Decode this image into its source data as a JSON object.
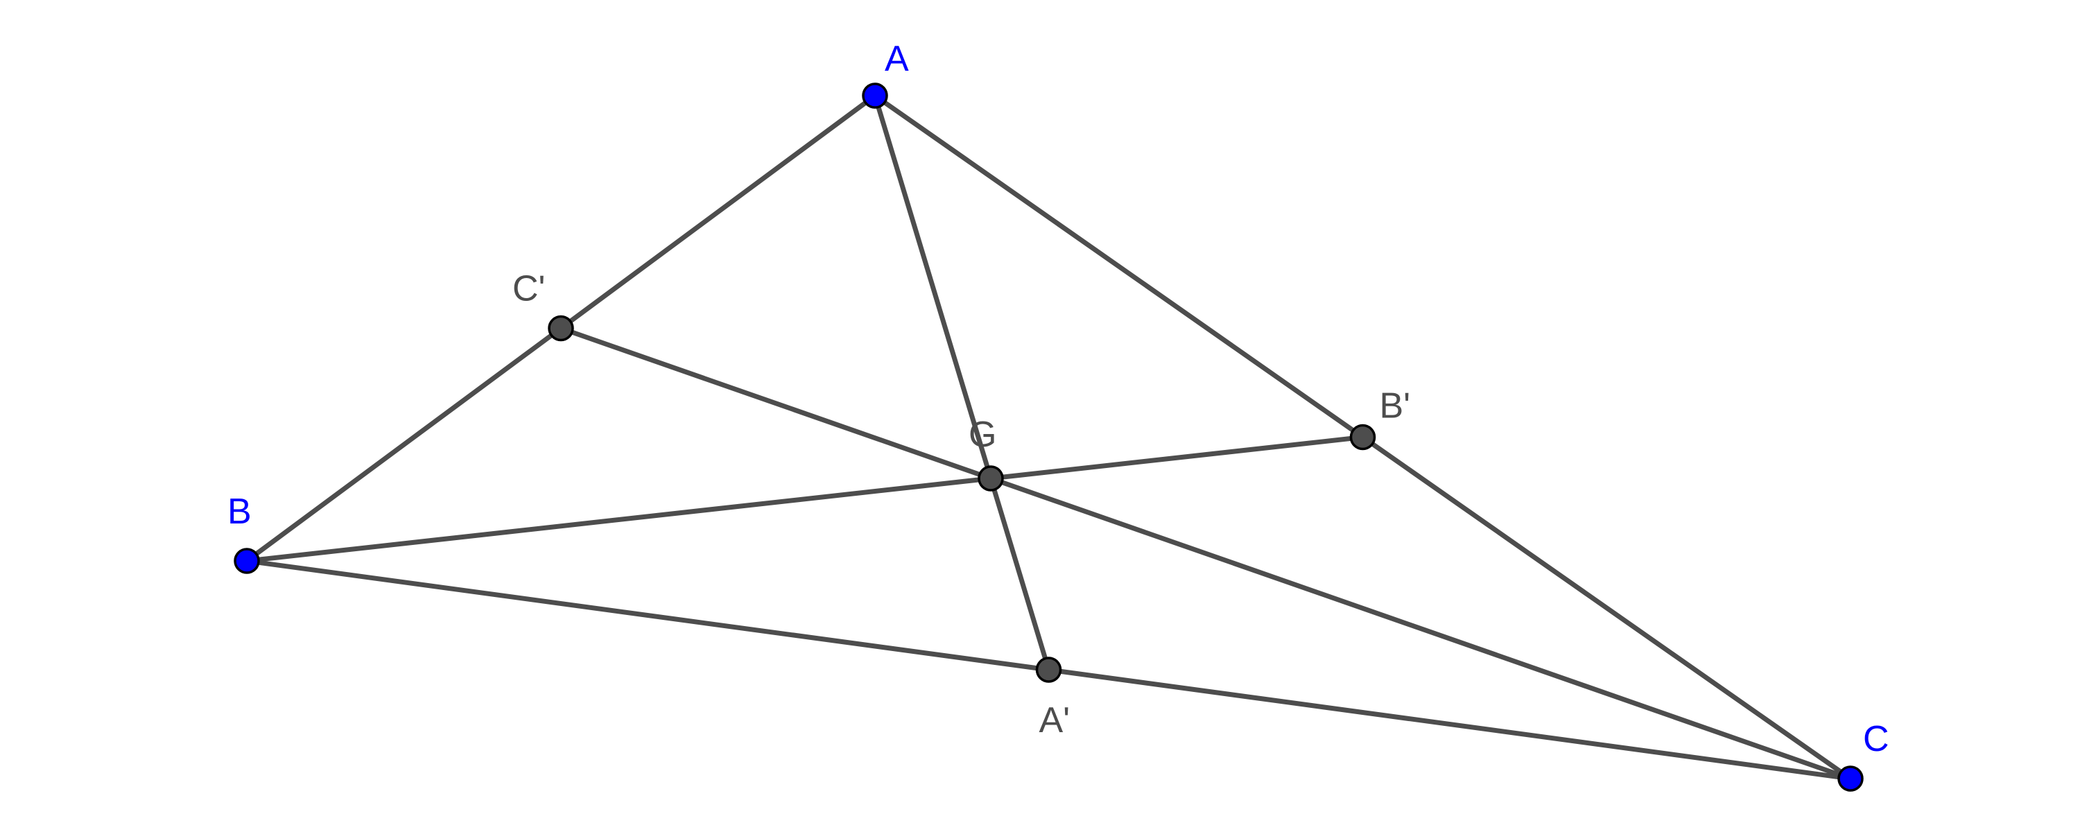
{
  "colors": {
    "free_point": "#0000ff",
    "dependent_point": "#4d4d4d",
    "segment": "#4d4d4d",
    "outline": "#000000"
  },
  "points": [
    {
      "id": "A",
      "label": "A",
      "kind": "free"
    },
    {
      "id": "B",
      "label": "B",
      "kind": "free"
    },
    {
      "id": "C",
      "label": "C",
      "kind": "free"
    },
    {
      "id": "Cp",
      "label": "C'",
      "kind": "dependent"
    },
    {
      "id": "Bp",
      "label": "B'",
      "kind": "dependent"
    },
    {
      "id": "Ap",
      "label": "A'",
      "kind": "dependent"
    },
    {
      "id": "G",
      "label": "G",
      "kind": "dependent"
    }
  ]
}
